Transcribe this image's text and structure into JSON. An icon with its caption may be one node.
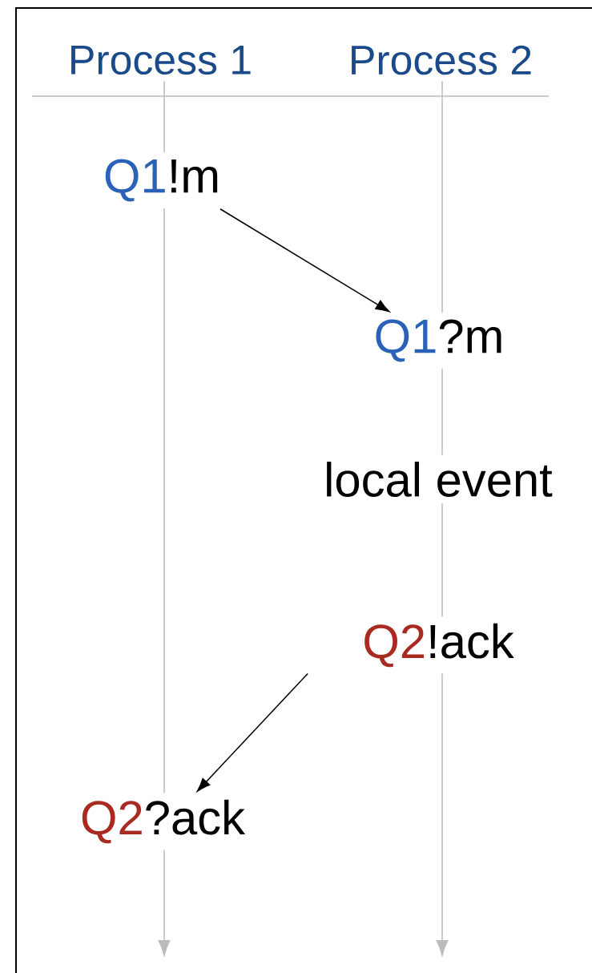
{
  "diagram": {
    "nodes": [
      {
        "text": [
          "Process 1"
        ]
      },
      {
        "text": [
          "Process 2"
        ]
      },
      {
        "text": [
          "Q1",
          "!m"
        ]
      },
      {
        "text": [
          "Q1",
          "?m"
        ]
      },
      {
        "text": [
          "local event"
        ]
      },
      {
        "text": [
          "Q2",
          "!ack"
        ]
      },
      {
        "text": [
          "Q2",
          "?ack"
        ]
      }
    ],
    "edges": [
      {
        "from": 2,
        "to": 3,
        "arrow": "to",
        "color": "#000000"
      },
      {
        "from": 5,
        "to": 6,
        "arrow": "to",
        "color": "#000000"
      },
      {
        "from": 0,
        "to": 2,
        "arrow": "none"
      },
      {
        "from": 2,
        "to": 6,
        "arrow": "none"
      },
      {
        "from": 6,
        "to": null,
        "arrow": "to"
      },
      {
        "from": 1,
        "to": 3,
        "arrow": "none"
      },
      {
        "from": 3,
        "to": 4,
        "arrow": "none"
      },
      {
        "from": 4,
        "to": 5,
        "arrow": "none"
      },
      {
        "from": 5,
        "to": null,
        "arrow": "to"
      }
    ]
  }
}
